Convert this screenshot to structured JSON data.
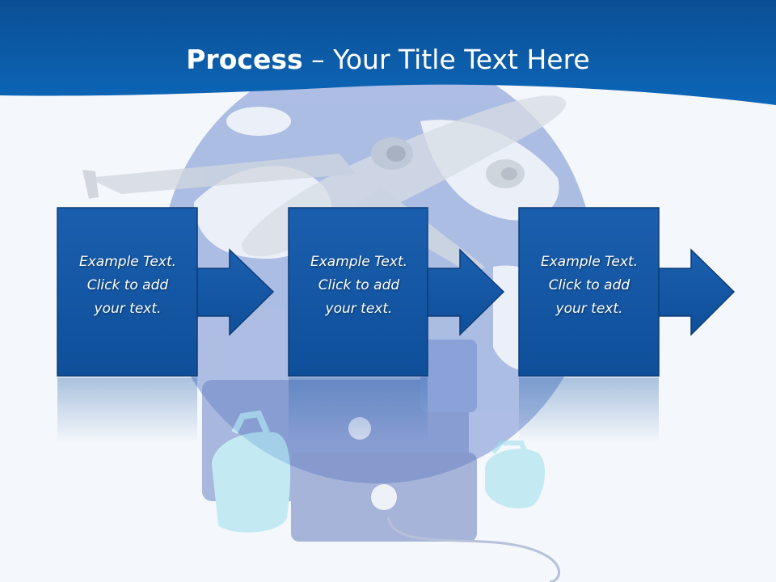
{
  "title": {
    "bold": "Process",
    "rest": " – Your Title Text Here"
  },
  "steps": [
    {
      "line1": "Example Text.",
      "line2": "Click  to add",
      "line3": "your text."
    },
    {
      "line1": "Example Text.",
      "line2": "Click  to add",
      "line3": "your text."
    },
    {
      "line1": "Example Text.",
      "line2": "Click  to add",
      "line3": "your text."
    }
  ],
  "colors": {
    "header": "#0b5fad",
    "box": "#1457a6",
    "box_border": "#0d3d78",
    "background": "#f4f7fb"
  },
  "background_image": "airplane-over-globe-with-luggage"
}
